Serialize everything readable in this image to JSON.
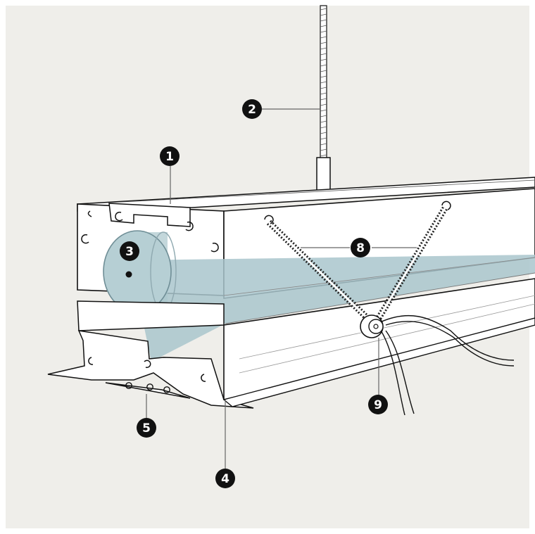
{
  "diagram": {
    "background": "#efeeea",
    "frame": "#ffffff",
    "profile_fill": "#ffffff",
    "line": "#111111",
    "fabric": "#a9c6cc",
    "callouts": [
      {
        "id": "callout-1",
        "label": "1"
      },
      {
        "id": "callout-2",
        "label": "2"
      },
      {
        "id": "callout-3",
        "label": "3"
      },
      {
        "id": "callout-4",
        "label": "4"
      },
      {
        "id": "callout-5",
        "label": "5"
      },
      {
        "id": "callout-8",
        "label": "8"
      },
      {
        "id": "callout-9",
        "label": "9"
      }
    ]
  }
}
